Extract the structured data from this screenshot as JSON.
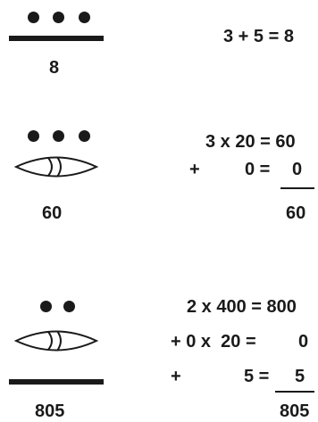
{
  "colors": {
    "ink": "#1a1a1a",
    "background": "#ffffff"
  },
  "examples": [
    {
      "glyph_rows": [
        "three-dots",
        "bar"
      ],
      "result": "8",
      "equations": [
        "3 + 5 = 8"
      ]
    },
    {
      "glyph_rows": [
        "three-dots",
        "shell"
      ],
      "result": "60",
      "equations": [
        "3 x 20 = 60"
      ],
      "plus": "+",
      "addend": "0 =",
      "addend_value": "0",
      "total": "60"
    },
    {
      "glyph_rows": [
        "two-dots",
        "shell",
        "bar"
      ],
      "result": "805",
      "equations": [
        "2 x 400 = 800",
        "+ 0 x  20 =",
        "0"
      ],
      "plus": "+",
      "addend": "5 =",
      "addend_value": "5",
      "total": "805"
    }
  ]
}
